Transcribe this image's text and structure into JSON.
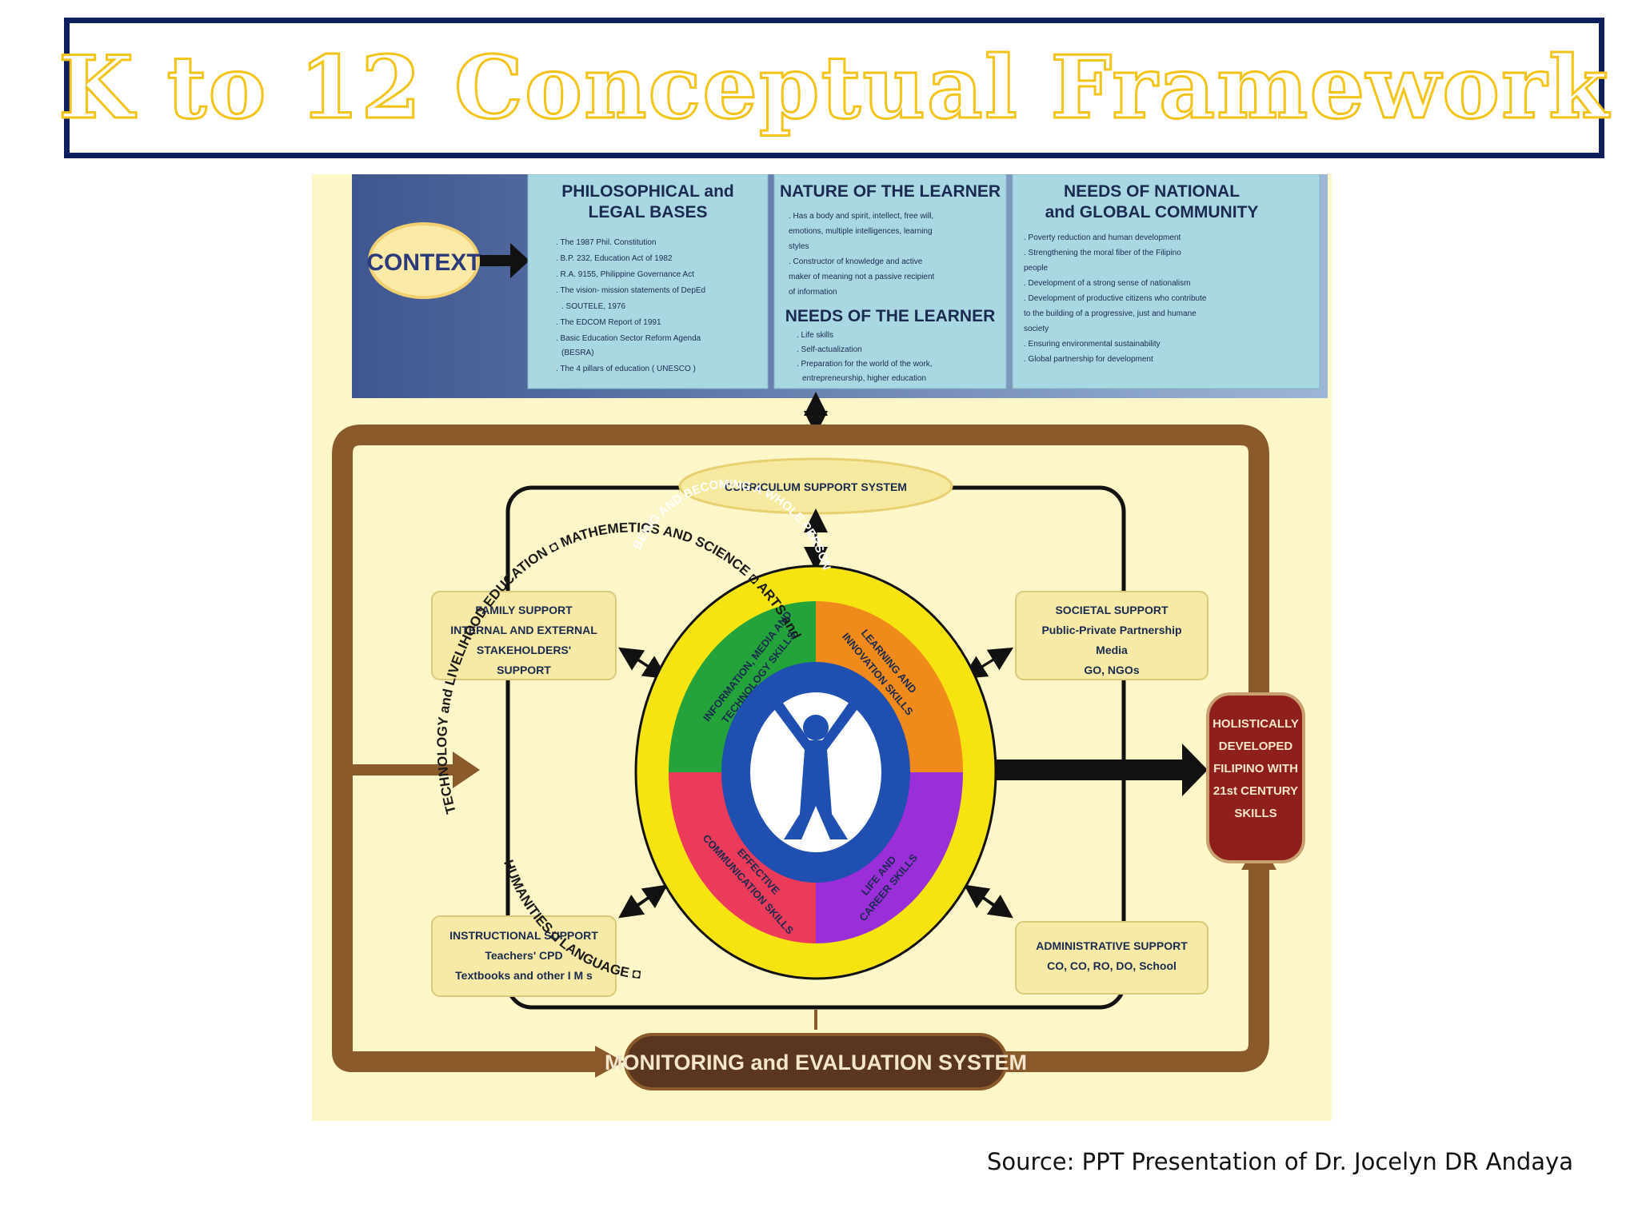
{
  "title": "K to 12 Conceptual Framework",
  "source": "Source: PPT Presentation of Dr. Jocelyn DR Andaya",
  "colors": {
    "title_outline": "#f2c318",
    "title_border": "#0d1f5c",
    "context_blue": "#4a5f96",
    "panel_fill": "#a9d8e2",
    "background": "#fdf6c8",
    "frame_brown": "#8b5a2b",
    "outcome_red": "#8e1f1a"
  },
  "context": {
    "label": "CONTEXT"
  },
  "philosophical": {
    "title_line1": "PHILOSOPHICAL and",
    "title_line2": "LEGAL BASES",
    "items": [
      ". The 1987 Phil. Constitution",
      ". B.P. 232, Education Act of 1982",
      ". R.A. 9155, Philippine Governance Act",
      ". The vision- mission statements of DepEd",
      ". SOUTELE, 1976",
      ". The EDCOM Report of 1991",
      ". Basic Education Sector Reform Agenda",
      "(BESRA)",
      ". The 4 pillars of education ( UNESCO )"
    ]
  },
  "nature": {
    "title": "NATURE OF THE LEARNER",
    "items": [
      ". Has a body and spirit, intellect, free will,",
      "emotions, multiple intelligences, learning",
      "styles",
      ". Constructor of knowledge and active",
      "maker of meaning not a passive recipient",
      "of information"
    ]
  },
  "needs_learner": {
    "title": "NEEDS OF THE LEARNER",
    "items": [
      ". Life skills",
      ". Self-actualization",
      ". Preparation for the world of the work,",
      "entrepreneurship, higher education"
    ]
  },
  "needs_national": {
    "title_line1": "NEEDS OF NATIONAL",
    "title_line2": "and GLOBAL COMMUNITY",
    "items": [
      ". Poverty reduction and human development",
      ". Strengthening the moral fiber of the Filipino",
      "people",
      ". Development of a strong sense of nationalism",
      ". Development of productive citizens who contribute",
      "to the building of a progressive, just and humane",
      "society",
      ". Ensuring environmental sustainability",
      ". Global partnership for development"
    ]
  },
  "curriculum_support": "CURRICULUM SUPPORT SYSTEM",
  "family_support": [
    "FAMILY SUPPORT",
    "INTERNAL AND EXTERNAL",
    "STAKEHOLDERS'",
    "SUPPORT"
  ],
  "societal_support": [
    "SOCIETAL SUPPORT",
    "Public-Private Partnership",
    "Media",
    "GO, NGOs"
  ],
  "instructional_support": [
    "INSTRUCTIONAL SUPPORT",
    "Teachers' CPD",
    "Textbooks and other I M s"
  ],
  "administrative_support": [
    "ADMINISTRATIVE SUPPORT",
    "CO,  CO, RO, DO, School"
  ],
  "outcome": [
    "HOLISTICALLY",
    "DEVELOPED",
    "FILIPINO WITH",
    "21st CENTURY",
    "SKILLS"
  ],
  "monitoring": "MONITORING and EVALUATION SYSTEM",
  "ring_subjects": {
    "top": "TECHNOLOGY and LIVELIHOOD EDUCATION ◘ MATHEMETICS AND SCIENCE ◘ ARTS and",
    "bottom": "HUMANITIES ◘ LANGUAGE ◘"
  },
  "skills": {
    "info": [
      "INFORMATION, MEDIA AND",
      "TECHNOLOGY SKILLS"
    ],
    "learning": [
      "LEARNING AND",
      "INNOVATION SKILLS"
    ],
    "communication": [
      "EFFECTIVE",
      "COMMUNICATION SKILLS"
    ],
    "life": [
      "LIFE AND",
      "CAREER SKILLS"
    ]
  },
  "center": "BEING AND BECOMING A WHOLE PERSON"
}
